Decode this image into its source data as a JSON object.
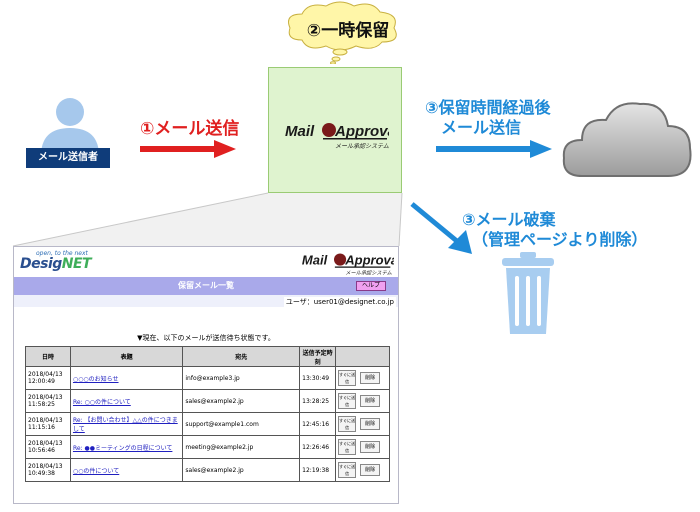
{
  "diagram": {
    "sender_label": "メール送信者",
    "step1": "①メール送信",
    "step2": "②一時保留",
    "step3a_line1": "③保留時間経過後",
    "step3a_line2": "メール送信",
    "step3b_line1": "③メール破棄",
    "step3b_line2": "（管理ページより削除）",
    "colors": {
      "red": "#e02020",
      "blue": "#1f8ad7",
      "box_fill": "#dff3cf",
      "cloud_yellow": "#fff6a8"
    }
  },
  "logo": {
    "mail": "Mail",
    "approval": "Approval",
    "tagline": "メール承認システム"
  },
  "screenshot": {
    "brand_tag": "open, to the next",
    "brand_design": "Desig",
    "brand_net": "NET",
    "page_title": "保留メール一覧",
    "help_label": "ヘルプ",
    "user_line": "ユーザ：user01@designet.co.jp",
    "notice": "▼現在、以下のメールが送信待ち状態です。",
    "columns": [
      "日時",
      "表題",
      "宛先",
      "送信予定時刻",
      ""
    ],
    "send_now_label": "すぐに送信",
    "delete_label": "削除",
    "rows": [
      {
        "date": "2018/04/13",
        "time": "12:00:49",
        "subject": "○○○のお知らせ",
        "to": "info@example3.jp",
        "scheduled": "13:30:49"
      },
      {
        "date": "2018/04/13",
        "time": "11:58:25",
        "subject": "Re: ○○の件について",
        "to": "sales@example2.jp",
        "scheduled": "13:28:25"
      },
      {
        "date": "2018/04/13",
        "time": "11:15:16",
        "subject": "Re: 【お問い合わせ】△△の件につきまして",
        "to": "support@example1.com",
        "scheduled": "12:45:16"
      },
      {
        "date": "2018/04/13",
        "time": "10:56:46",
        "subject": "Re: ●●ミーティングの日程について",
        "to": "meeting@example2.jp",
        "scheduled": "12:26:46"
      },
      {
        "date": "2018/04/13",
        "time": "10:49:38",
        "subject": "○○の件について",
        "to": "sales@example2.jp",
        "scheduled": "12:19:38"
      }
    ]
  }
}
